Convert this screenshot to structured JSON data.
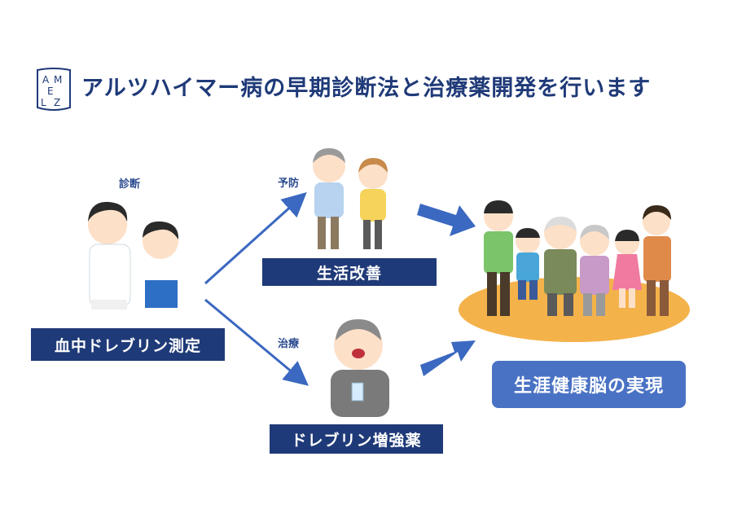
{
  "header": {
    "logo_letters": "AMELZ",
    "title": "アルツハイマー病の早期診断法と治療薬開発を行います"
  },
  "labels": {
    "diagnosis": "診断",
    "prevention": "予防",
    "treatment": "治療"
  },
  "boxes": {
    "measurement": "血中ドレブリン測定",
    "lifestyle": "生活改善",
    "drug": "ドレブリン増強薬",
    "goal": "生涯健康脳の実現"
  },
  "colors": {
    "navy": "#1f3a78",
    "accent_blue": "#4a72c4",
    "ground": "#f4b24a"
  }
}
